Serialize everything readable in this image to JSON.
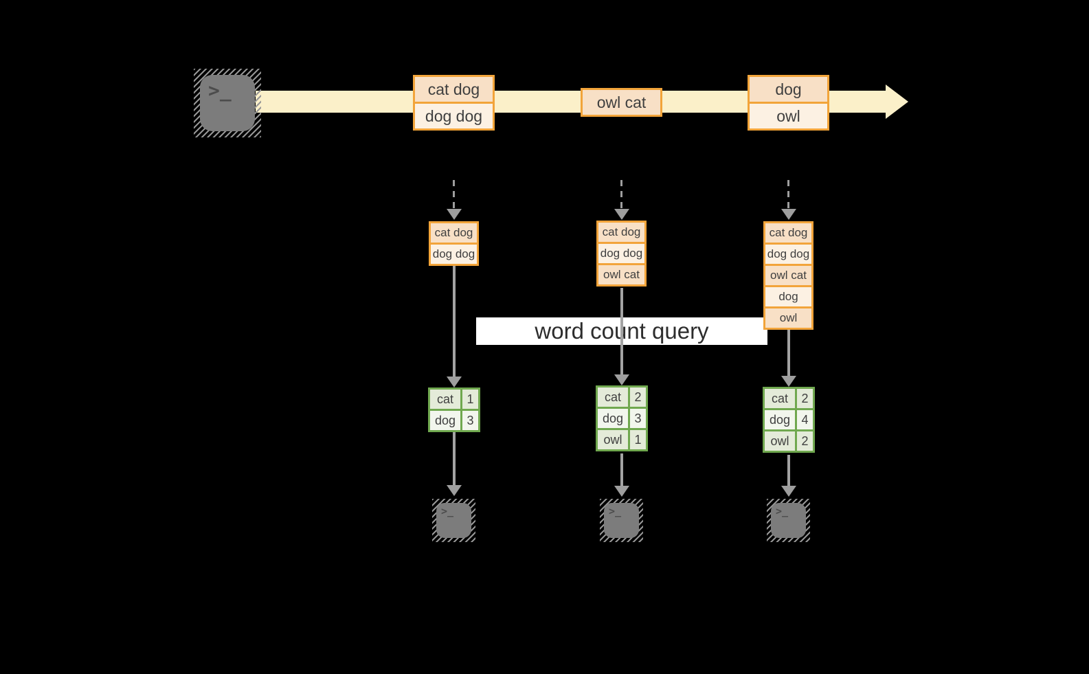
{
  "query_label": "word count query",
  "icons": {
    "terminal_glyph": ">_"
  },
  "stream": {
    "events": [
      {
        "cells": [
          "cat dog",
          "dog dog"
        ]
      },
      {
        "cells": [
          "owl cat"
        ]
      },
      {
        "cells": [
          "dog",
          "owl"
        ]
      }
    ]
  },
  "snapshots": [
    {
      "input": [
        "cat dog",
        "dog dog"
      ],
      "result": [
        [
          "cat",
          "1"
        ],
        [
          "dog",
          "3"
        ]
      ]
    },
    {
      "input": [
        "cat dog",
        "dog dog",
        "owl cat"
      ],
      "result": [
        [
          "cat",
          "2"
        ],
        [
          "dog",
          "3"
        ],
        [
          "owl",
          "1"
        ]
      ]
    },
    {
      "input": [
        "cat dog",
        "dog dog",
        "owl cat",
        "dog",
        "owl"
      ],
      "result": [
        [
          "cat",
          "2"
        ],
        [
          "dog",
          "4"
        ],
        [
          "owl",
          "2"
        ]
      ]
    }
  ],
  "colors": {
    "stream_band": "#FBF0C9",
    "event_border": "#F2A43A",
    "event_fill_dark": "#F8E0C6",
    "event_fill_light": "#FCF1E3",
    "result_border": "#70A84F",
    "result_fill_dark": "#E4EBD9",
    "result_fill_light": "#F2F6ED",
    "arrow_gray": "#9E9E9E",
    "terminal_gray": "#7C7C7C",
    "query_banner_bg": "#FFFFFF",
    "text": "#3F3F3F"
  }
}
